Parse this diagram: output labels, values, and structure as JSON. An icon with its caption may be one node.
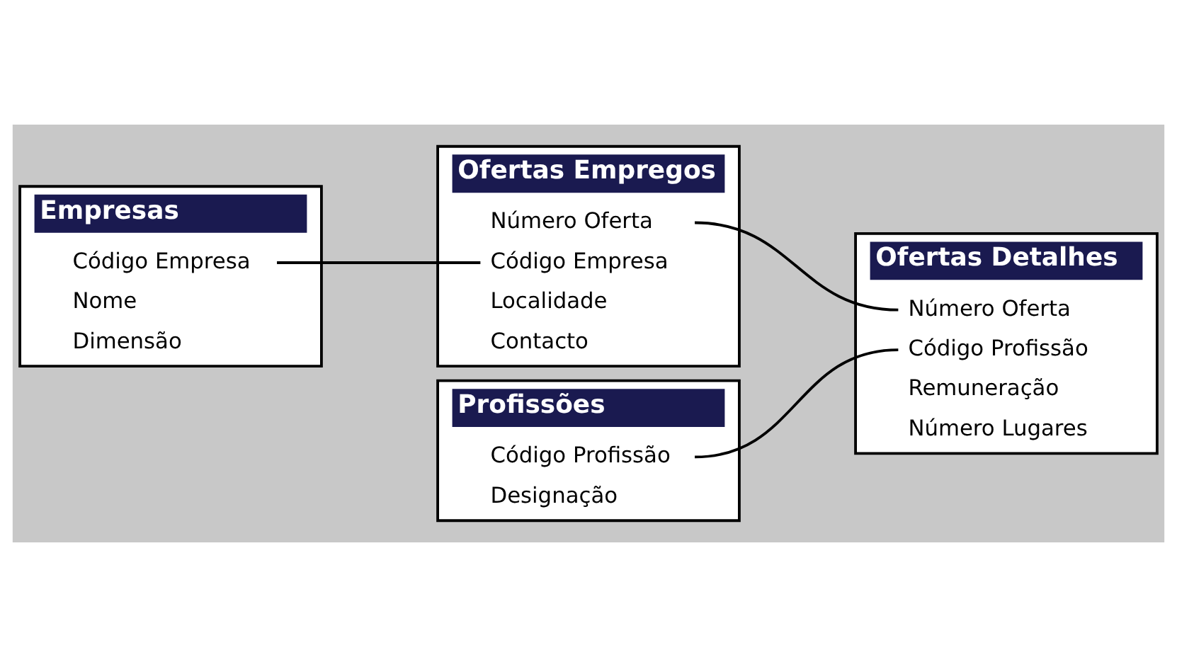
{
  "diagram": {
    "nodes": [
      {
        "text": [
          "Empresas"
        ]
      },
      {
        "text": [
          "Código Empresa"
        ],
        "in": 0
      },
      {
        "text": [
          "Nome"
        ],
        "in": 0
      },
      {
        "text": [
          "Dimensão"
        ],
        "in": 0
      },
      {
        "text": [
          "Ofertas Empregos"
        ]
      },
      {
        "text": [
          "Número Oferta"
        ],
        "in": 4
      },
      {
        "text": [
          "Código Empresa"
        ],
        "in": 4
      },
      {
        "text": [
          "Localidade"
        ],
        "in": 4
      },
      {
        "text": [
          "Contacto"
        ],
        "in": 4
      },
      {
        "text": [
          "Ofertas Detalhes"
        ]
      },
      {
        "text": [
          "Número Oferta"
        ],
        "in": 9
      },
      {
        "text": [
          "Código Profissão"
        ],
        "in": 9
      },
      {
        "text": [
          "Remuneração"
        ],
        "in": 9
      },
      {
        "text": [
          "Número Lugares"
        ],
        "in": 9
      },
      {
        "text": [
          "Profissões"
        ]
      },
      {
        "text": [
          "Código Profissão"
        ],
        "in": 14
      },
      {
        "text": [
          "Designação"
        ],
        "in": 14
      }
    ],
    "edges": [
      {
        "from": 1,
        "to": 6,
        "arrow": "none"
      },
      {
        "from": 5,
        "to": 10,
        "arrow": "none"
      },
      {
        "from": 15,
        "to": 11,
        "arrow": "none"
      }
    ]
  }
}
